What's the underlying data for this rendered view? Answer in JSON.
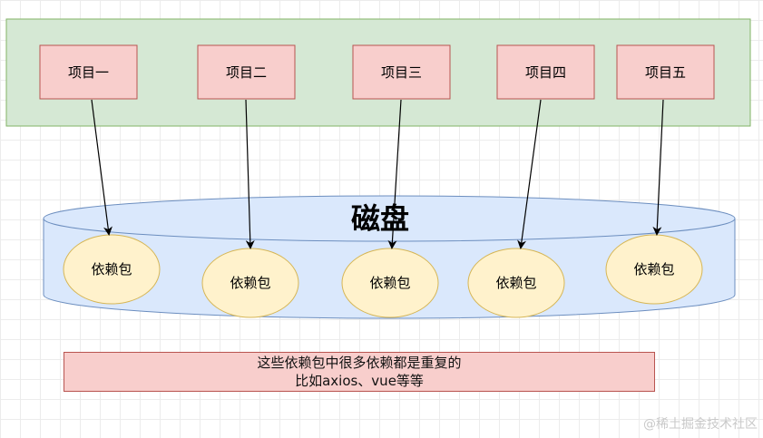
{
  "colors": {
    "group_fill": "#d5e8d4",
    "group_stroke": "#82b366",
    "project_fill": "#f8cecc",
    "project_stroke": "#b85450",
    "disk_fill": "#dae8fc",
    "disk_stroke": "#6c8ebf",
    "package_fill": "#fff2cc",
    "package_stroke": "#d6b656",
    "arrow": "#000000"
  },
  "projects": [
    {
      "label": "项目一"
    },
    {
      "label": "项目二"
    },
    {
      "label": "项目三"
    },
    {
      "label": "项目四"
    },
    {
      "label": "项目五"
    }
  ],
  "disk": {
    "label": "磁盘"
  },
  "packages": [
    {
      "label": "依赖包"
    },
    {
      "label": "依赖包"
    },
    {
      "label": "依赖包"
    },
    {
      "label": "依赖包"
    },
    {
      "label": "依赖包"
    }
  ],
  "note": {
    "line1": "这些依赖包中很多依赖都是重复的",
    "line2": "比如axios、vue等等"
  },
  "watermark": "@稀土掘金技术社区"
}
